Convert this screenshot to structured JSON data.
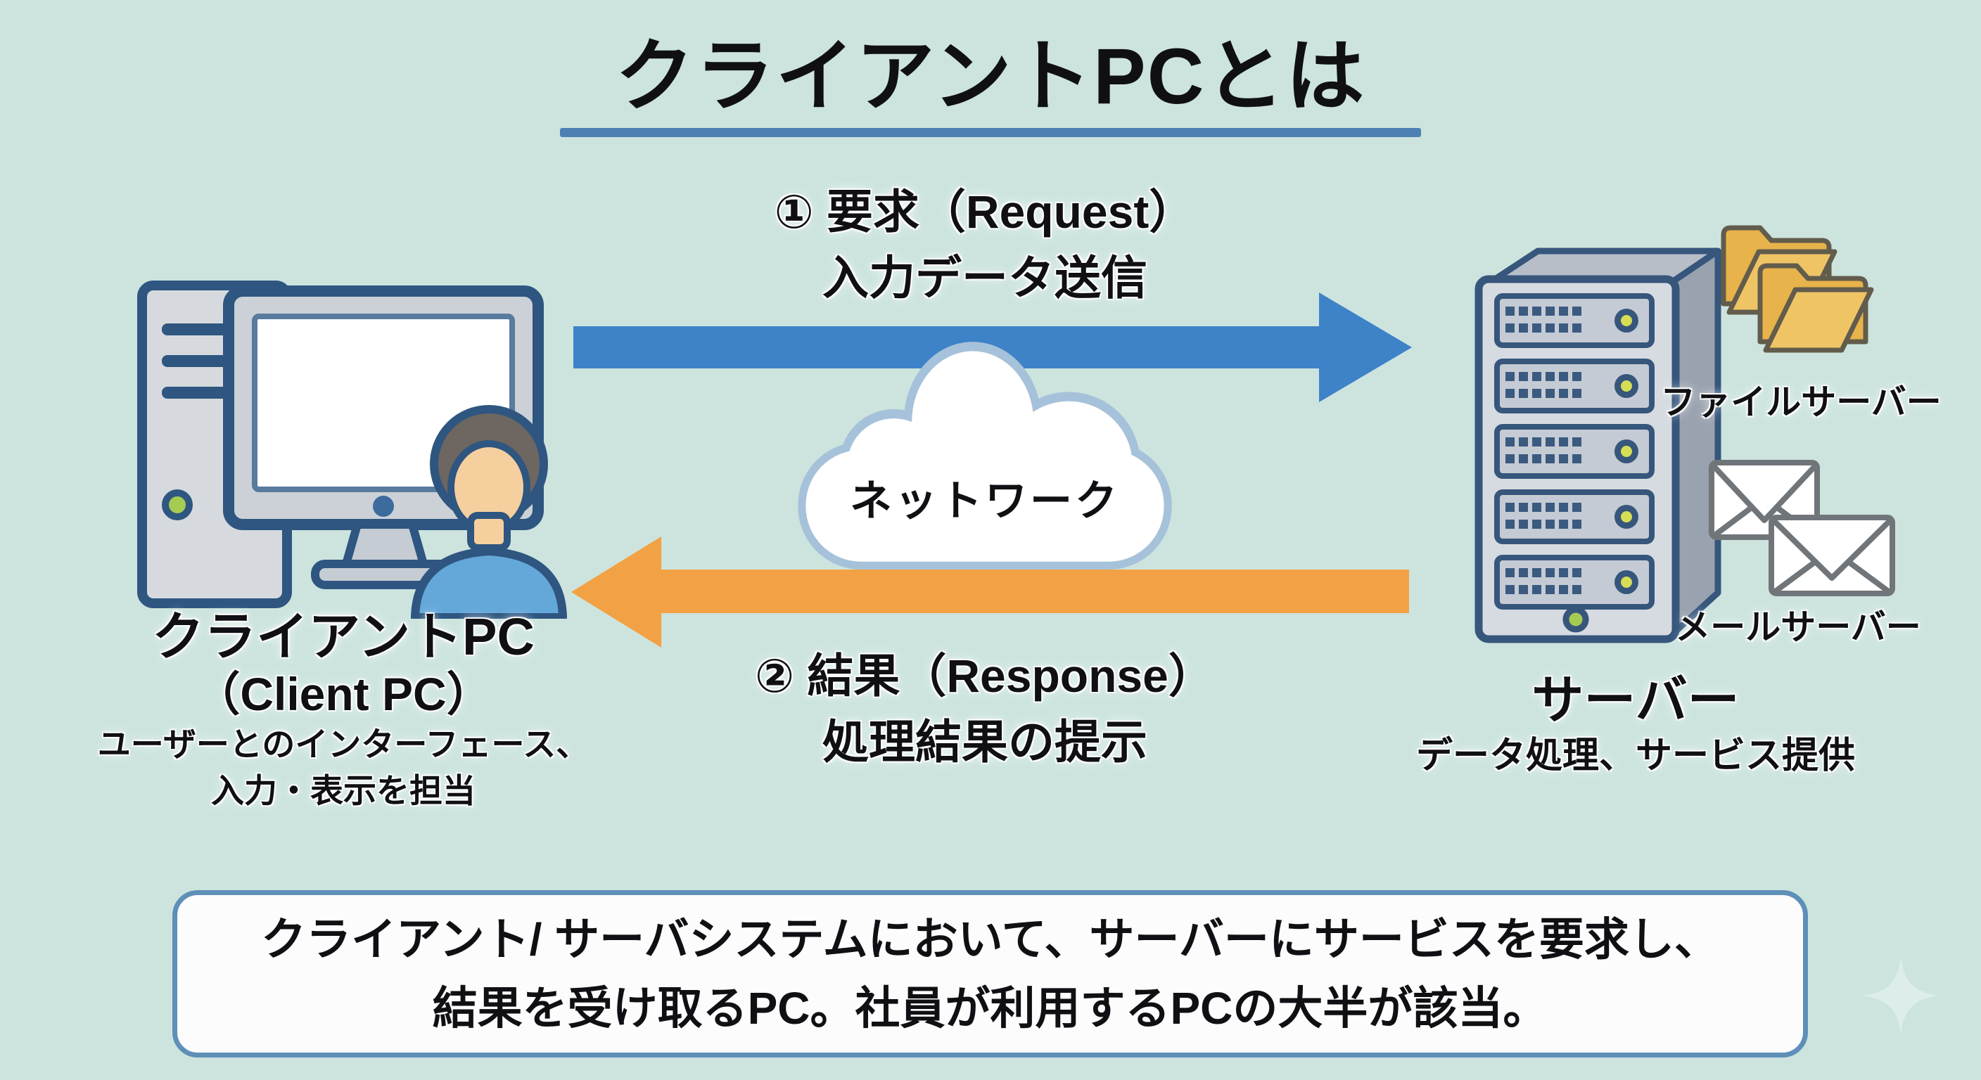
{
  "title": {
    "text": "クライアントPCとは"
  },
  "flow": {
    "request": {
      "line1": "① 要求（Request）",
      "line2": "入力データ送信"
    },
    "response": {
      "line1": "② 結果（Response）",
      "line2": "処理結果の提示"
    },
    "network": {
      "label": "ネットワーク"
    }
  },
  "client": {
    "name": "クライアントPC",
    "name_en": "（Client PC）",
    "desc1": "ユーザーとのインターフェース、",
    "desc2": "入力・表示を担当"
  },
  "server": {
    "name": "サーバー",
    "desc": "データ処理、サービス提供",
    "file_server": "ファイルサーバー",
    "mail_server": "メールサーバー"
  },
  "summary": {
    "line1": "クライアント/ サーバシステムにおいて、サーバーにサービスを要求し、",
    "line2": "結果を受け取るPC。社員が利用するPCの大半が該当。"
  },
  "colors": {
    "background": "#cde4de",
    "request_arrow": "#3e82c8",
    "response_arrow": "#f2a144",
    "title_underline": "#4e80b4",
    "summary_border": "#5e8fb8",
    "illustration_outline": "#2e5680",
    "cloud_outline": "#a6c2da",
    "folder_yellow": "#eec05a",
    "led_green": "#a6cb52",
    "text": "#101014"
  },
  "icons": [
    "desktop-pc-icon",
    "user-icon",
    "network-cloud-icon",
    "server-tower-icon",
    "folder-stack-icon",
    "mail-envelopes-icon",
    "request-arrow-icon",
    "response-arrow-icon",
    "sparkle-icon"
  ]
}
